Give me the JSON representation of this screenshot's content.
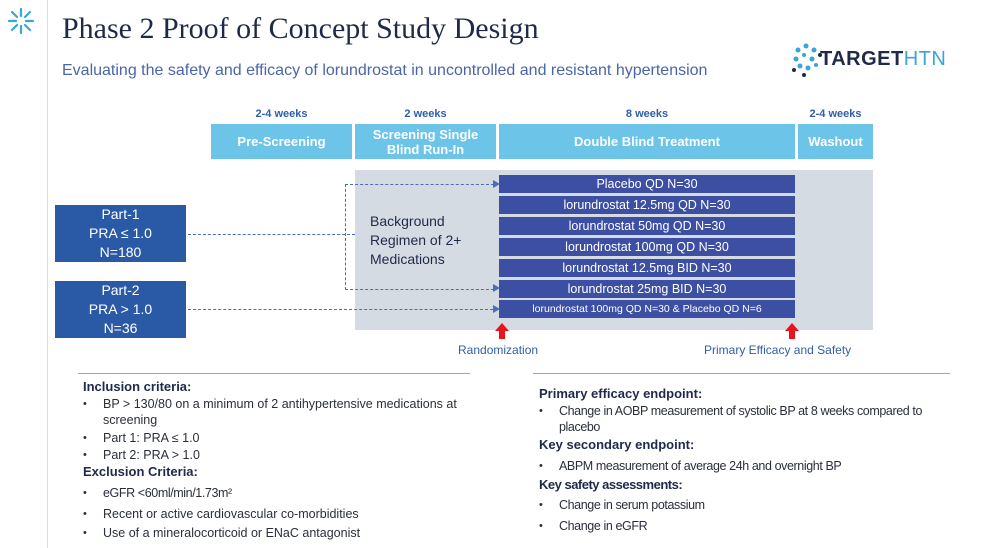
{
  "header": {
    "title": "Phase 2 Proof of Concept Study Design",
    "subtitle": "Evaluating the safety and efficacy of lorundrostat in uncontrolled and resistant hypertension",
    "brand_main": "TARGET",
    "brand_accent": "HTN"
  },
  "phases": [
    {
      "duration": "2-4 weeks",
      "label": "Pre-Screening"
    },
    {
      "duration": "2 weeks",
      "label": "Screening Single Blind Run-In"
    },
    {
      "duration": "8 weeks",
      "label": "Double Blind Treatment"
    },
    {
      "duration": "2-4 weeks",
      "label": "Washout"
    }
  ],
  "background_regimen": "Background Regimen of 2+ Medications",
  "parts": [
    {
      "name": "Part-1",
      "criterion": "PRA ≤ 1.0",
      "n": "N=180"
    },
    {
      "name": "Part-2",
      "criterion": "PRA > 1.0",
      "n": "N=36"
    }
  ],
  "arms": [
    "Placebo QD N=30",
    "lorundrostat 12.5mg QD N=30",
    "lorundrostat 50mg QD N=30",
    "lorundrostat 100mg QD N=30",
    "lorundrostat 12.5mg BID N=30",
    "lorundrostat 25mg BID N=30",
    "lorundrostat 100mg QD  N=30 & Placebo QD N=6"
  ],
  "markers": {
    "randomization": "Randomization",
    "primary": "Primary Efficacy and Safety"
  },
  "inclusion": {
    "heading": "Inclusion criteria:",
    "items": [
      "BP > 130/80 on a minimum of 2 antihypertensive medications at screening",
      "Part 1: PRA ≤ 1.0",
      "Part 2: PRA > 1.0"
    ]
  },
  "exclusion": {
    "heading": "Exclusion Criteria:",
    "items": [
      "eGFR <60ml/min/1.73m²",
      "Recent or active cardiovascular co-morbidities",
      "Use of a mineralocorticoid or ENaC antagonist"
    ]
  },
  "endpoints": {
    "primary_heading": "Primary efficacy endpoint:",
    "primary_items": [
      "Change in AOBP measurement of systolic BP at 8 weeks compared to placebo"
    ],
    "secondary_heading": "Key secondary endpoint:",
    "secondary_items": [
      "ABPM measurement of average 24h and overnight BP"
    ],
    "safety_heading": "Key safety assessments:",
    "safety_items": [
      "Change in serum potassium",
      "Change in eGFR"
    ]
  },
  "colors": {
    "phase_bar": "#6cc4e8",
    "arm_bar": "#3d4fa3",
    "part_box": "#2a5aa6",
    "marker_arrow": "#e8141c"
  }
}
